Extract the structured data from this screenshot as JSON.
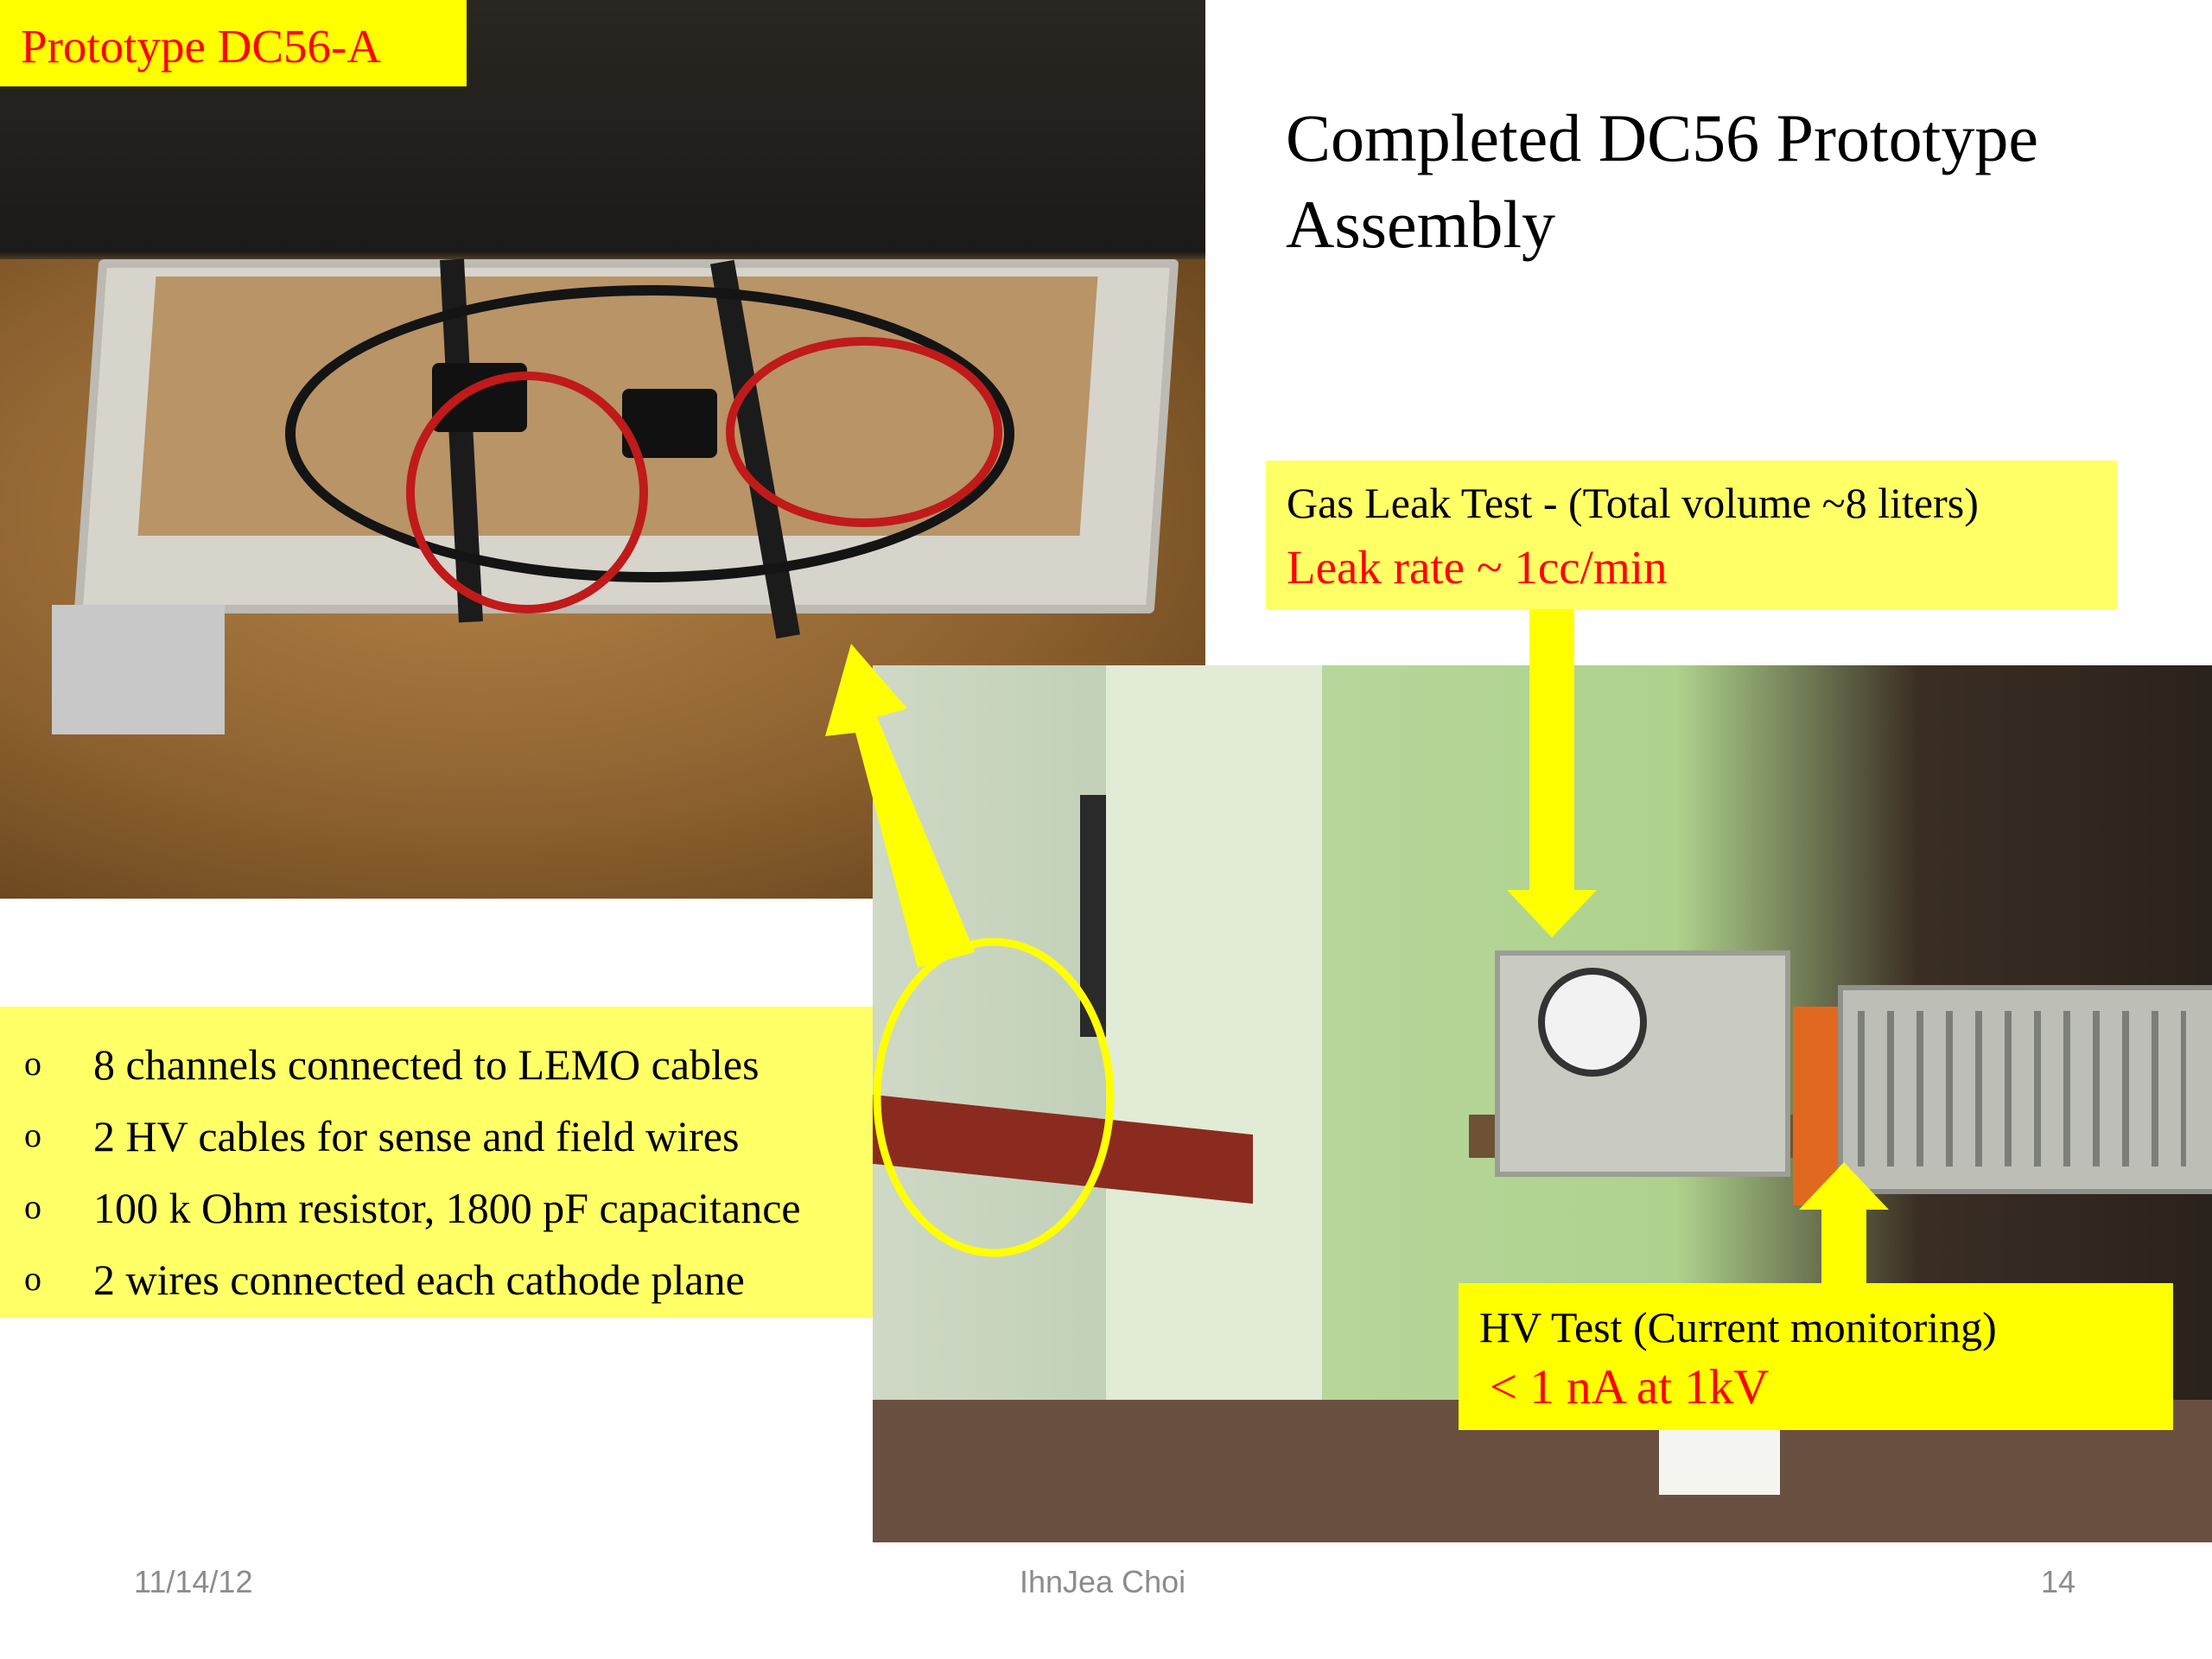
{
  "slide": {
    "label": "Prototype DC56-A",
    "title_line1": "Completed DC56 Prototype",
    "title_line2": "Assembly",
    "gas_test": {
      "line1": "Gas Leak Test  - (Total volume ~8 liters)",
      "line2": "Leak rate  ~  1cc/min"
    },
    "features": [
      "8 channels connected to LEMO cables",
      "2 HV cables for sense and field wires",
      "100 k Ohm resistor, 1800 pF capacitance",
      "2 wires connected each cathode plane"
    ],
    "bullet_glyph": "o",
    "hv_test": {
      "line1": "HV Test (Current monitoring)",
      "line2": "< 1 nA at 1kV"
    }
  },
  "footer": {
    "date": "11/14/12",
    "author": "IhnJea Choi",
    "page": "14"
  },
  "colors": {
    "highlight_yellow": "#ffff66",
    "label_yellow": "#ffff00",
    "accent_red": "#ff0000",
    "arrow_yellow": "#ffff00"
  }
}
